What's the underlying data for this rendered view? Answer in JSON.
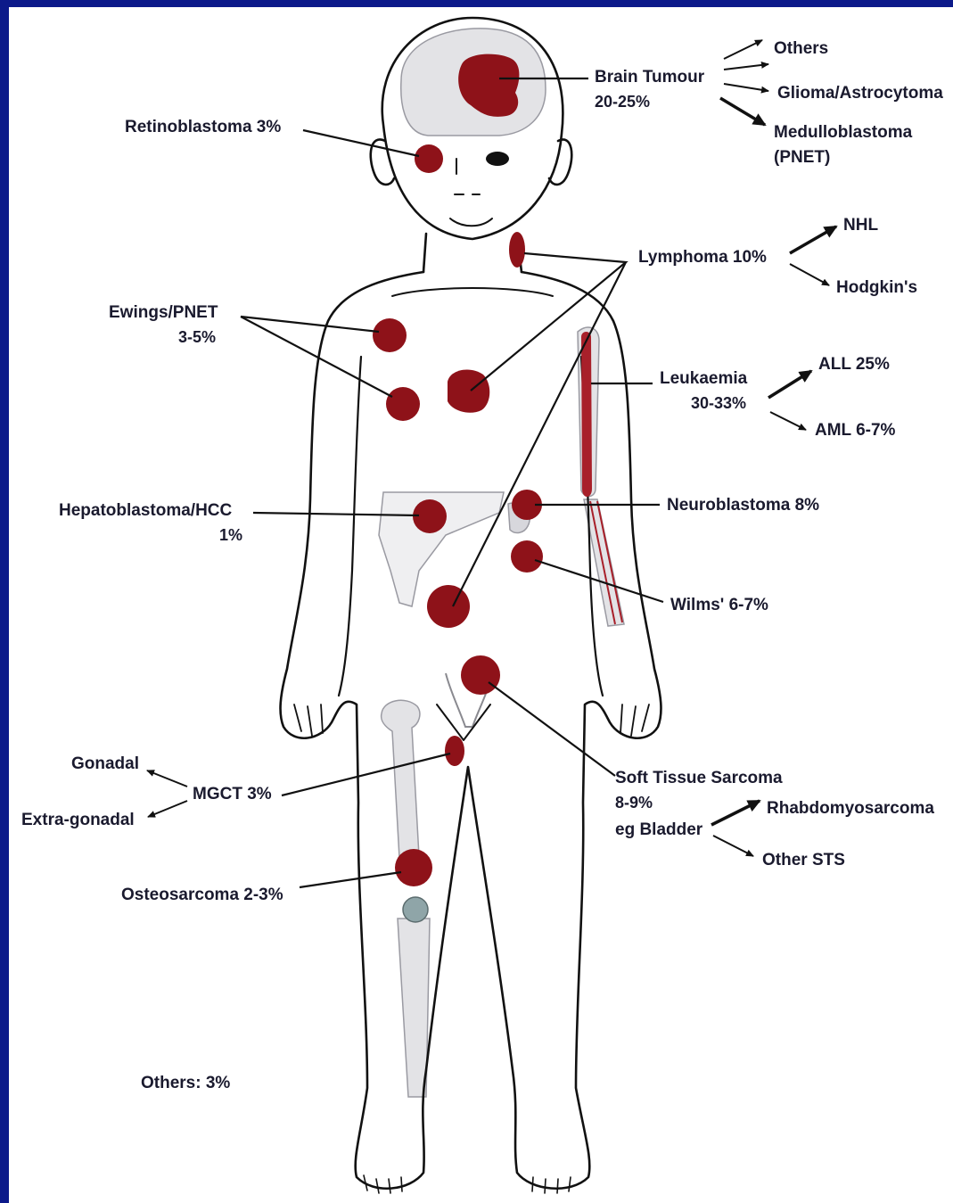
{
  "labels": {
    "brain_tumour": "Brain Tumour",
    "brain_pct": "20-25%",
    "others_top": "Others",
    "glioma": "Glioma/Astrocytoma",
    "medullo": "Medulloblastoma",
    "pnet_paren": "(PNET)",
    "retino": "Retinoblastoma 3%",
    "lymphoma": "Lymphoma 10%",
    "nhl": "NHL",
    "hodgkin": "Hodgkin's",
    "ewings": "Ewings/PNET",
    "ewings_pct": "3-5%",
    "leuk": "Leukaemia",
    "leuk_pct": "30-33%",
    "all": "ALL 25%",
    "aml": "AML 6-7%",
    "hepato": "Hepatoblastoma/HCC",
    "hepato_pct": "1%",
    "neuro": "Neuroblastoma 8%",
    "wilms": "Wilms' 6-7%",
    "sts": "Soft Tissue Sarcoma",
    "sts_pct": "8-9%",
    "sts_eg": "eg Bladder",
    "rhabdo": "Rhabdomyosarcoma",
    "other_sts": "Other STS",
    "gonadal": "Gonadal",
    "extra_gonadal": "Extra-gonadal",
    "mgct": "MGCT 3%",
    "osteo": "Osteosarcoma 2-3%",
    "others_bottom": "Others: 3%"
  },
  "colors": {
    "background": "#0c1a8a",
    "card": "#ffffff",
    "tumour": "#8e1219",
    "bone": "#e3e3e6",
    "text": "#1a1a2e"
  }
}
